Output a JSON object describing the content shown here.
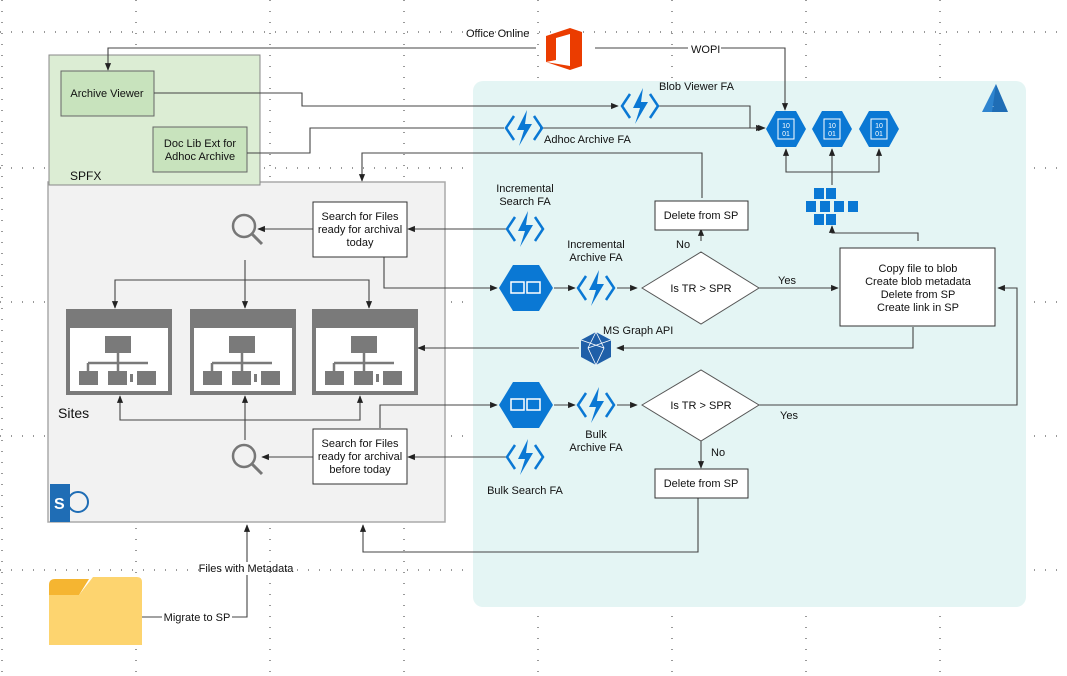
{
  "diagram": {
    "office_online": {
      "label": "Office Online",
      "icon": "office-icon",
      "color": "#eb3c00"
    },
    "wopi_label": "WOPI",
    "spfx": {
      "label": "SPFX",
      "fill": "#dcedd4",
      "archive_viewer": "Archive Viewer",
      "doclib_line1": "Doc Lib Ext for",
      "doclib_line2": "Adhoc Archive"
    },
    "azure": {
      "fill": "#e4f5f4",
      "icon": "azure-icon",
      "color": "#1f6db5"
    },
    "blob_viewer_fa": "Blob Viewer FA",
    "adhoc_archive_fa": "Adhoc Archive FA",
    "incremental_search_fa": [
      "Incremental",
      "Search FA"
    ],
    "incremental_archive_fa": [
      "Incremental",
      "Archive FA"
    ],
    "bulk_archive_fa": [
      "Bulk",
      "Archive FA"
    ],
    "bulk_search_fa": "Bulk Search FA",
    "ms_graph_api": "MS Graph API",
    "search_today": [
      "Search for Files",
      "ready for archival",
      "today"
    ],
    "search_before": [
      "Search for Files",
      "ready for archival",
      "before today"
    ],
    "decision_top": "Is TR > SPR",
    "decision_bottom": "Is TR > SPR",
    "yes": "Yes",
    "no": "No",
    "delete_top": "Delete from SP",
    "delete_bottom": "Delete from SP",
    "copy_box": [
      "Copy file to blob",
      "Create blob metadata",
      "Delete from SP",
      "Create link in SP"
    ],
    "sites_label": "Sites",
    "files_with_metadata": "Files with Metadata",
    "migrate_to_sp": "Migrate to SP",
    "blob_text": [
      "10",
      "01"
    ],
    "accent": "#0a78d4"
  }
}
